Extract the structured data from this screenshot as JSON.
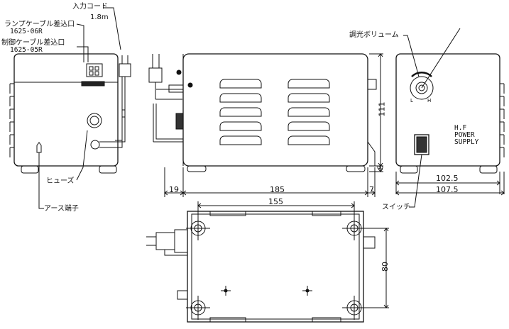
{
  "labels": {
    "power_cord": "入力コード",
    "cord_length": "1.8m",
    "lamp_cable_port": "ランプケーブル差込口",
    "lamp_cable_part": "1625-06R",
    "control_cable_port": "制御ケーブル差込口",
    "control_cable_part": "1625-05R",
    "dimmer_volume": "調光ボリューム",
    "fuse": "ヒューズ",
    "ground_terminal": "アース端子",
    "switch": "スイッチ",
    "brand_line1": "H.F",
    "brand_line2": "POWER",
    "brand_line3": "SUPPLY",
    "knob_low": "L",
    "knob_high": "H"
  },
  "dimensions": {
    "width_185": "185",
    "depth_19": "19",
    "rear_7": "7",
    "foot_8": "8",
    "height_111": "111",
    "width_102_5": "102.5",
    "width_107_5": "107.5",
    "mount_155": "155",
    "mount_80": "80"
  }
}
